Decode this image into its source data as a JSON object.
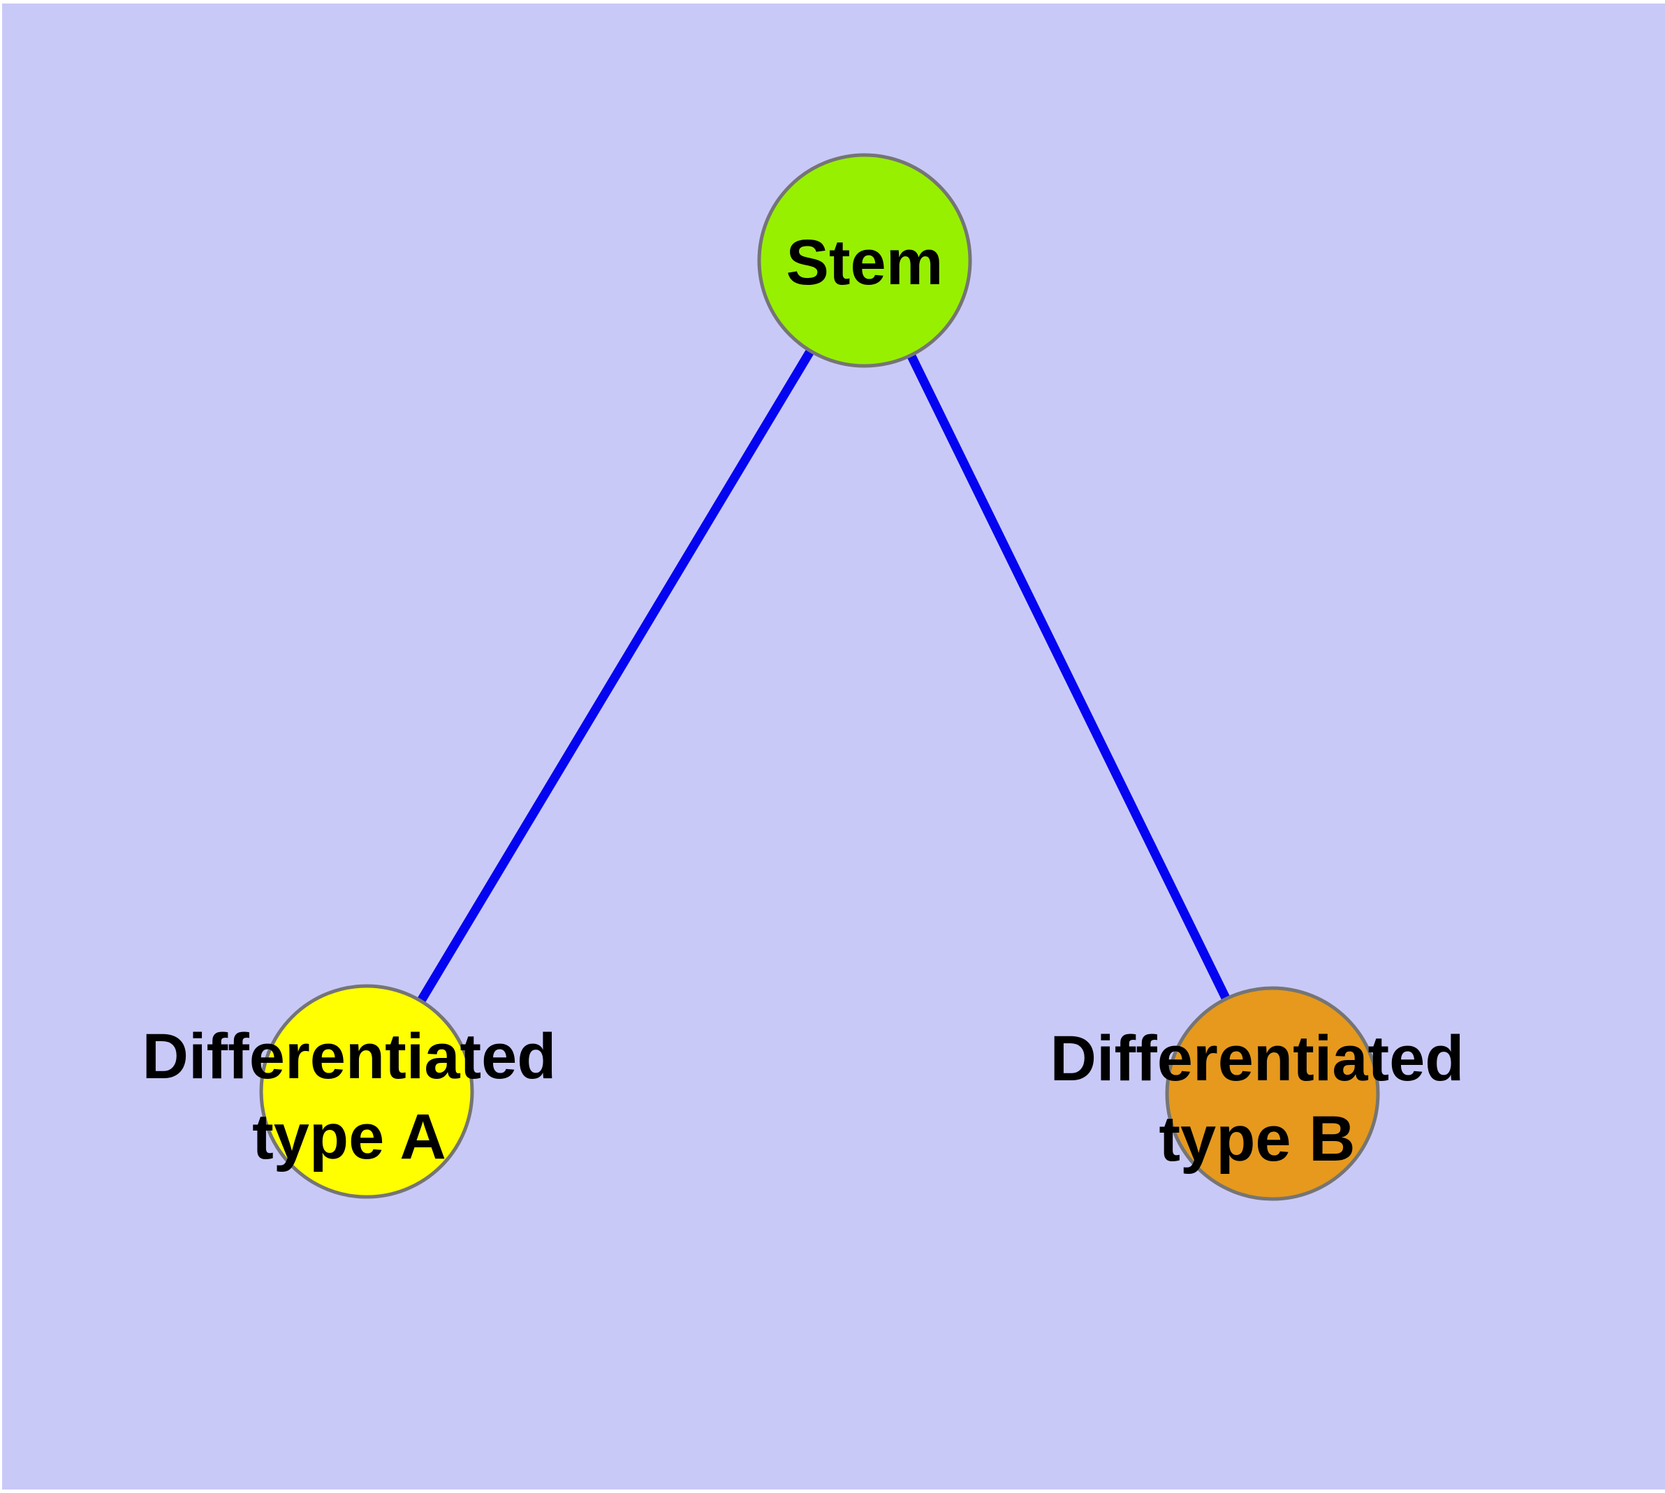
{
  "diagram": {
    "background_color": "#C9C9F8",
    "edge_color": "#0404F0",
    "node_border_color": "#757575",
    "label_color": "#000000",
    "nodes": {
      "stem": {
        "label": "Stem",
        "fill": "#97F000"
      },
      "type_a": {
        "label_line1": "Differentiated",
        "label_line2": "type A",
        "fill": "#FFFF00"
      },
      "type_b": {
        "label_line1": "Differentiated",
        "label_line2": "type B",
        "fill": "#E6991C"
      }
    },
    "edges": [
      {
        "from": "Stem",
        "to": "Differentiated type A"
      },
      {
        "from": "Stem",
        "to": "Differentiated type B"
      }
    ]
  }
}
